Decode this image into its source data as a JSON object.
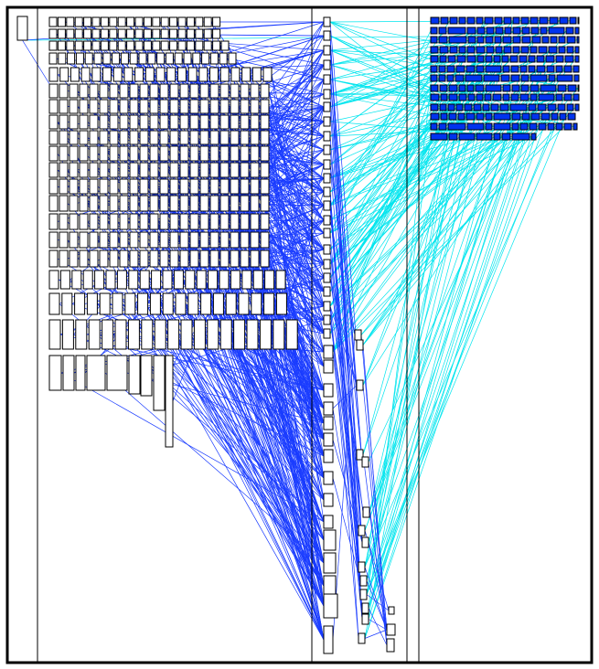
{
  "figure": {
    "kind": "layered graph drawing",
    "background": "#ffffff",
    "frame_color": "#000000",
    "node_stroke": "#000000",
    "node_fill_plain": "#ffffff",
    "node_fill_highlight": "#0033ee",
    "edge_color_primary": "#1a3cff",
    "edge_color_secondary": "#00e5ee",
    "text_labels": []
  },
  "layers": [
    {
      "name": "layer-0",
      "node_count": 1
    },
    {
      "name": "layer-1",
      "node_count": 420
    },
    {
      "name": "layer-2",
      "node_count": 38
    },
    {
      "name": "layer-3",
      "node_count": 14
    },
    {
      "name": "layer-4",
      "node_count": 3
    },
    {
      "name": "layer-5",
      "node_count": 0
    },
    {
      "name": "layer-6",
      "node_count": 190
    }
  ],
  "edge_groups": [
    {
      "name": "layer1-to-layer2",
      "color": "primary",
      "count": 520
    },
    {
      "name": "layer2-to-layer3",
      "color": "primary",
      "count": 40
    },
    {
      "name": "layer6-to-layer2",
      "color": "secondary",
      "count": 170
    },
    {
      "name": "layer0-links",
      "color": "primary",
      "count": 3
    }
  ]
}
